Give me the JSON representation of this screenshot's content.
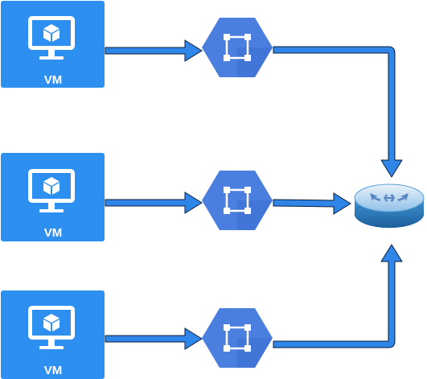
{
  "vms": [
    {
      "label": "VM"
    },
    {
      "label": "VM"
    },
    {
      "label": "VM"
    }
  ],
  "icons": {
    "vm": "virtual-machine-icon",
    "hub": "network-hub-hexagon-icon",
    "router": "router-icon"
  },
  "colors": {
    "vm_tile": "#2d8fef",
    "hex": "#4a7fe0",
    "hex_shade": "#3b6fd1",
    "arrow": "#2f86e8",
    "arrow_stroke": "#0a1f3a",
    "router": "#2e7ec4"
  }
}
